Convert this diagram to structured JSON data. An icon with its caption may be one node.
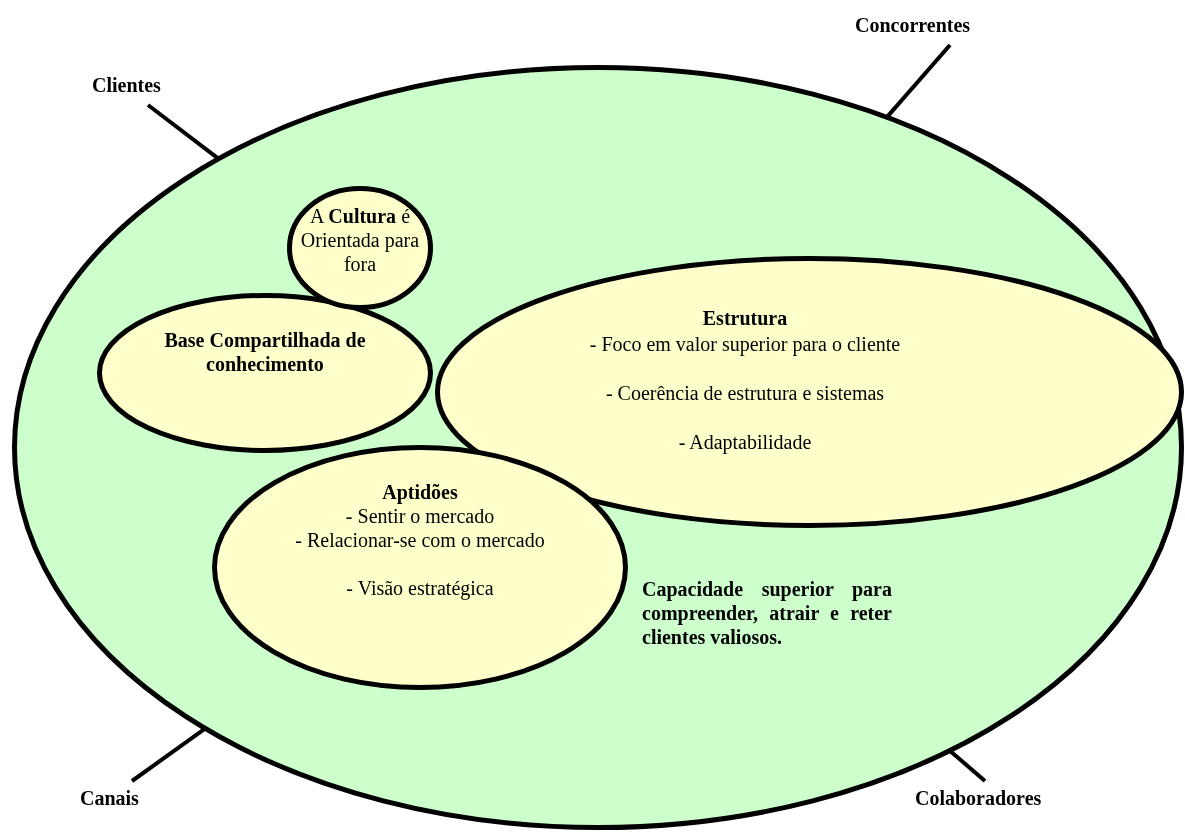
{
  "diagram": {
    "nodes": [
      {
        "text": [
          "Capacidade superior para compreender, atrair e reter clientes valiosos."
        ]
      },
      {
        "text": [
          "A **Cultura** é Orientada para fora"
        ],
        "in": 0
      },
      {
        "text": [
          "Base Compartilhada de conhecimento"
        ],
        "in": 0
      },
      {
        "text": [
          "Estrutura",
          "- Foco em valor superior para o cliente",
          "- Coerência de estrutura e sistemas",
          "- Adaptabilidade"
        ],
        "in": 0
      },
      {
        "text": [
          "Aptidões",
          "- Sentir o mercado",
          "- Relacionar-se com o mercado",
          "- Visão estratégica"
        ],
        "in": 0
      },
      {
        "text": [
          "Concorrentes"
        ]
      },
      {
        "text": [
          "Clientes"
        ]
      },
      {
        "text": [
          "Canais"
        ]
      },
      {
        "text": [
          "Colaboradores"
        ]
      }
    ],
    "edges": [
      {
        "from": 5,
        "to": 0,
        "arrow": "none"
      },
      {
        "from": 6,
        "to": 0,
        "arrow": "none"
      },
      {
        "from": 7,
        "to": 0,
        "arrow": "none"
      },
      {
        "from": 8,
        "to": 0,
        "arrow": "none"
      }
    ]
  }
}
